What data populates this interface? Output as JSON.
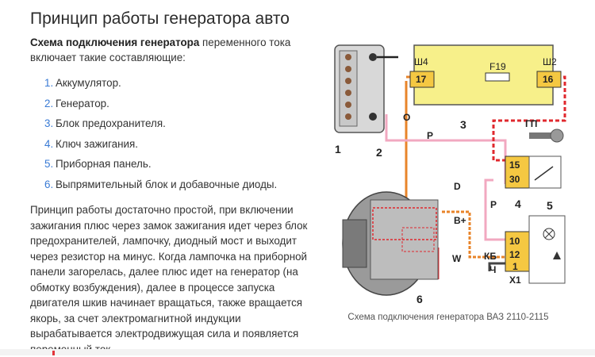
{
  "article": {
    "title": "Принцип работы генератора авто",
    "intro_bold": "Схема подключения генератора",
    "intro_rest": " переменного тока включает такие составляющие:",
    "items": [
      {
        "num": "1.",
        "text": "Аккумулятор."
      },
      {
        "num": "2.",
        "text": "Генератор."
      },
      {
        "num": "3.",
        "text": "Блок предохранителя."
      },
      {
        "num": "4.",
        "text": "Ключ зажигания."
      },
      {
        "num": "5.",
        "text": "Приборная панель."
      },
      {
        "num": "6.",
        "text": "Выпрямительный блок и добавочные диоды."
      }
    ],
    "paragraph": "Принцип работы достаточно простой, при включении зажигания плюс через замок зажигания идет через блок предохранителей, лампочку, диодный мост и выходит через резистор на минус. Когда лампочка на приборной панели загорелась, далее плюс идет на генератор (на обмотку возбуждения), далее в процессе запуска двигателя шкив начинает вращаться, также вращается якорь, за счет электромагнитной индукции вырабатывается электродвижущая сила и появляется переменный ток."
  },
  "figure": {
    "caption": "Схема подключения генератора ВАЗ 2110-2115",
    "labels": {
      "n1": "1",
      "n2": "2",
      "n3": "3",
      "n4": "4",
      "n5": "5",
      "n6": "6",
      "sh4": "Ш4",
      "sh2": "Ш2",
      "p17": "17",
      "p16": "16",
      "f19": "F19",
      "o": "О",
      "p_top": "Р",
      "p_mid": "Р",
      "gp": "ГП",
      "p15": "15",
      "p30": "30",
      "d": "D",
      "bplus": "B+",
      "p10": "10",
      "p12": "12",
      "p1": "1",
      "kb": "КБ",
      "ch": "Ч",
      "x1": "X1",
      "w": "W"
    },
    "colors": {
      "block_yellow": "#f7f08a",
      "wire_red": "#e0282e",
      "wire_orange": "#e8842a",
      "wire_pink": "#f2a8c0",
      "battery_gray": "#d8d8d8",
      "generator_gray": "#9a9a9a"
    }
  }
}
